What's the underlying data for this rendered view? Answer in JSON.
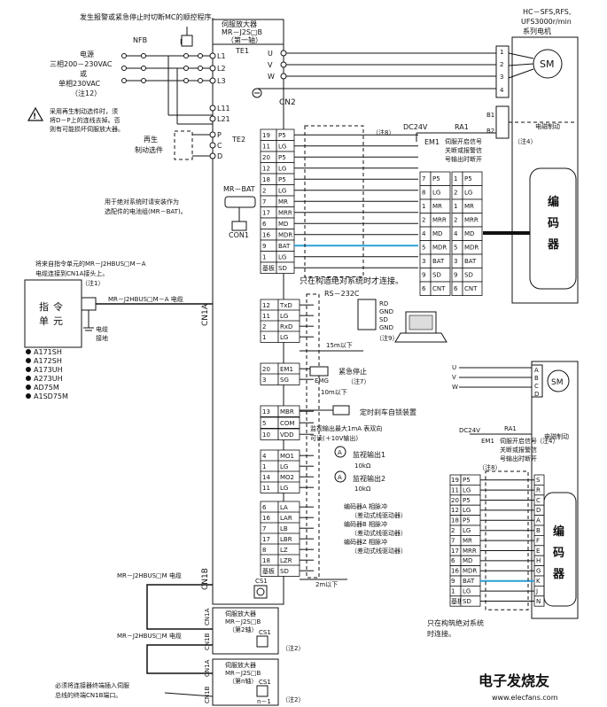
{
  "notes": {
    "alarm_stop": "发生报警或紧急停止时切断MC的顺控程序。",
    "regen_line1": "采用再生制动选件时，须",
    "regen_line2": "将D－P上的连线去掉。否",
    "regen_line3": "则有可能损坏伺服放大器。",
    "regen_option1": "再生",
    "regen_option2": "制动选件",
    "battery1": "用于绝对系统时请安装作为",
    "battery2": "选配件的电池组(MR－BAT)。",
    "cable_from1": "将来自指令单元的MR－J2HBUS□M－A",
    "cable_from2": "电缆连接到CN1A接头上。",
    "cable_from3": "（注1）",
    "abs_only": "只在构造绝对系统时才连接。",
    "abs_only2_1": "只在构筑绝对系统",
    "abs_only2_2": "时连接。",
    "terminate1": "必须将连接器终端插入伺服",
    "terminate2": "总线的终端CN1B端口。"
  },
  "power": {
    "nfb": "NFB",
    "mc": "MC",
    "supply1": "电源",
    "supply2": "三相200－230VAC",
    "supply3": "或",
    "supply4": "单相230VAC",
    "supply5": "（注12）"
  },
  "amp1": {
    "title1": "伺服放大器",
    "title2": "MR－J2S□B",
    "title3": "（第一轴）",
    "te1": "TE1",
    "te2": "TE2",
    "cn2": "CN2",
    "cn1a": "CN1A",
    "cn1b": "CN1B",
    "cs1": "CS1",
    "terms_left": [
      "L1",
      "L2",
      "L3",
      "L11",
      "L21",
      "P",
      "C",
      "D"
    ],
    "terms_right": [
      "U",
      "V",
      "W"
    ]
  },
  "cn2_pins": [
    {
      "num": "19",
      "sig": "P5"
    },
    {
      "num": "11",
      "sig": "LG"
    },
    {
      "num": "20",
      "sig": "P5"
    },
    {
      "num": "12",
      "sig": "LG"
    },
    {
      "num": "18",
      "sig": "P5"
    },
    {
      "num": "2",
      "sig": "LG"
    },
    {
      "num": "7",
      "sig": "MR"
    },
    {
      "num": "17",
      "sig": "MRR"
    },
    {
      "num": "6",
      "sig": "MD"
    },
    {
      "num": "16",
      "sig": "MDR"
    },
    {
      "num": "9",
      "sig": "BAT"
    },
    {
      "num": "1",
      "sig": "LG"
    },
    {
      "num": "基板",
      "sig": "SD"
    }
  ],
  "enc_conn": [
    {
      "l": "7",
      "ls": "P5",
      "r": "1",
      "rs": "P5"
    },
    {
      "l": "8",
      "ls": "LG",
      "r": "2",
      "rs": "LG"
    },
    {
      "l": "1",
      "ls": "MR",
      "r": "1",
      "rs": "MR"
    },
    {
      "l": "2",
      "ls": "MRR",
      "r": "2",
      "rs": "MRR"
    },
    {
      "l": "4",
      "ls": "MD",
      "r": "4",
      "rs": "MD"
    },
    {
      "l": "5",
      "ls": "MDR",
      "r": "5",
      "rs": "MDR"
    },
    {
      "l": "3",
      "ls": "BAT",
      "r": "3",
      "rs": "BAT"
    },
    {
      "l": "9",
      "ls": "SD",
      "r": "9",
      "rs": "SD"
    },
    {
      "l": "6",
      "ls": "CNT",
      "r": "6",
      "rs": "CNT"
    }
  ],
  "motor1": {
    "series1": "HC－SFS,RFS,",
    "series2": "UFS3000r/min",
    "series3": "系列电机",
    "sm": "SM",
    "enc1": "编",
    "enc2": "码",
    "enc3": "器",
    "pins": [
      "1",
      "2",
      "3",
      "4"
    ],
    "brake_pins": [
      "B1",
      "B2"
    ],
    "brake": "电磁制动",
    "brake_note": "（注4）",
    "dc24": "DC24V",
    "ra1": "RA1",
    "em1": "EM1",
    "em1_text1": "伺服开启信号",
    "em1_text2": "关断或报警信",
    "em1_text3": "号输出时断开",
    "note8": "（注8）"
  },
  "battery": {
    "label": "MR－BAT",
    "con": "CON1"
  },
  "cmd_unit": {
    "name1": "指",
    "name2": "令",
    "name3": "单",
    "name4": "元",
    "cable": "MR－J2HBUS□M－A 电缆",
    "ground1": "电缆",
    "ground2": "接地",
    "models": [
      "A171SH",
      "A172SH",
      "A173UH",
      "A273UH",
      "AD75M",
      "A1SD75M"
    ]
  },
  "cn3_pins": [
    {
      "num": "12",
      "sig": "TxD"
    },
    {
      "num": "11",
      "sig": "LG"
    },
    {
      "num": "2",
      "sig": "RxD"
    },
    {
      "num": "1",
      "sig": "LG"
    },
    {
      "num": "20",
      "sig": "EM1"
    },
    {
      "num": "3",
      "sig": "SG"
    },
    {
      "num": "13",
      "sig": "MBR"
    },
    {
      "num": "5",
      "sig": "COM"
    },
    {
      "num": "10",
      "sig": "VDD"
    },
    {
      "num": "4",
      "sig": "MO1"
    },
    {
      "num": "1",
      "sig": "LG"
    },
    {
      "num": "14",
      "sig": "MO2"
    },
    {
      "num": "11",
      "sig": "LG"
    },
    {
      "num": "6",
      "sig": "LA"
    },
    {
      "num": "16",
      "sig": "LAR"
    },
    {
      "num": "7",
      "sig": "LB"
    },
    {
      "num": "17",
      "sig": "LBR"
    },
    {
      "num": "8",
      "sig": "LZ"
    },
    {
      "num": "18",
      "sig": "LZR"
    },
    {
      "num": "基板",
      "sig": "SD"
    }
  ],
  "rs232": {
    "title": "RS－232C",
    "pins": [
      "RD",
      "GND",
      "SD",
      "GND"
    ],
    "note9": "（注9）",
    "len15": "15m以下"
  },
  "io": {
    "emg": "EMG",
    "emg_text": "紧急停止",
    "note7": "（注7）",
    "len10": "10m以下",
    "brake_out": "定时刹车自锁装置",
    "monitor_max1": "监视输出最大1mA 表双向",
    "monitor_max2": "可读(＋10V输出)",
    "mon1": "监视输出1",
    "mon2": "监视输出2",
    "r10k": "10kΩ",
    "a": "A",
    "enc_a": "编码器A 相脉冲",
    "enc_b": "编码器B 相脉冲",
    "enc_z": "编码器Z 相脉冲",
    "diff": "（差动式线驱动器）",
    "len2": "2m以下"
  },
  "chain": {
    "cable1": "MR－J2HBUS□M 电缆",
    "cable2": "MR－J2HBUS□M 电缆",
    "amp2_1": "伺服放大器",
    "amp2_2": "MR－J2S□B",
    "amp2_3": "（第2轴）",
    "ampn_1": "伺服放大器",
    "ampn_2": "MR－J2S□B",
    "ampn_3": "（第n轴）",
    "cs1": "CS1",
    "n1": "n－1",
    "note2": "（注2）",
    "cn1a": "CN1A",
    "cn1b": "CN1B"
  },
  "motor2": {
    "sm": "SM",
    "enc1": "编",
    "enc2": "码",
    "enc3": "器",
    "uvw": [
      "U",
      "V",
      "W"
    ],
    "abcd": [
      "A",
      "B",
      "C",
      "D"
    ],
    "pins": [
      {
        "num": "19",
        "sig": "P5",
        "ch": "S"
      },
      {
        "num": "11",
        "sig": "LG",
        "ch": "R"
      },
      {
        "num": "20",
        "sig": "P5",
        "ch": "C"
      },
      {
        "num": "12",
        "sig": "LG",
        "ch": "D"
      },
      {
        "num": "18",
        "sig": "P5",
        "ch": "A"
      },
      {
        "num": "2",
        "sig": "LG",
        "ch": "B"
      },
      {
        "num": "7",
        "sig": "MR",
        "ch": "F"
      },
      {
        "num": "17",
        "sig": "MRR",
        "ch": "E"
      },
      {
        "num": "6",
        "sig": "MD",
        "ch": "H"
      },
      {
        "num": "16",
        "sig": "MDR",
        "ch": "G"
      },
      {
        "num": "9",
        "sig": "BAT",
        "ch": "K"
      },
      {
        "num": "1",
        "sig": "LG",
        "ch": "J"
      },
      {
        "num": "基板",
        "sig": "SD",
        "ch": "N"
      }
    ],
    "brake": "电磁制动",
    "note4": "（注4）",
    "dc24": "DC24V",
    "ra1": "RA1",
    "em1": "EM1",
    "em1_text1": "伺服开启信号",
    "em1_text2": "关断或报警信",
    "em1_text3": "号输出时断开",
    "note8": "（注8）"
  },
  "watermark": "电子发烧友",
  "watermark_url": "www.elecfans.com"
}
